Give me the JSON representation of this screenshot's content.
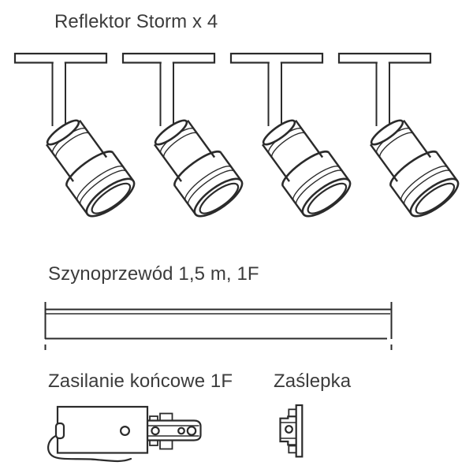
{
  "colors": {
    "background": "#ffffff",
    "line": "#2b2b2b",
    "text": "#3c3c3c"
  },
  "headings": {
    "reflectors": "Reflektor Storm x 4",
    "track": "Szynoprzewód 1,5 m, 1F",
    "power_feed": "Zasilanie końcowe 1F",
    "end_cap": "Zaślepka"
  },
  "components": {
    "reflector": {
      "label": "Reflektor Storm",
      "quantity": "4"
    },
    "track": {
      "label": "Szynoprzewód",
      "length": "1,5 m",
      "phase": "1F"
    },
    "power_feed": {
      "label": "Zasilanie końcowe",
      "phase": "1F"
    },
    "end_cap": {
      "label": "Zaślepka"
    }
  }
}
